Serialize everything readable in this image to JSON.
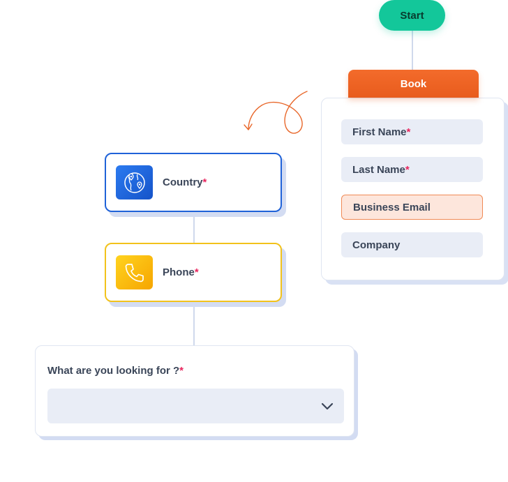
{
  "flow": {
    "start_label": "Start",
    "book_label": "Book",
    "book_fields": [
      {
        "label": "First Name",
        "required": "*",
        "active": false
      },
      {
        "label": "Last Name",
        "required": "*",
        "active": false
      },
      {
        "label": "Business Email",
        "required": "",
        "active": true
      },
      {
        "label": "Company",
        "required": "",
        "active": false
      }
    ],
    "country": {
      "label": "Country",
      "required": "*",
      "icon": "globe-location-icon"
    },
    "phone": {
      "label": "Phone",
      "required": "*",
      "icon": "phone-icon"
    },
    "looking_for": {
      "label": "What are you looking for ?",
      "required": "*",
      "value": "",
      "icon": "chevron-down-icon"
    }
  },
  "colors": {
    "start": "#13c79a",
    "book": "#e85c1d",
    "country_border": "#1f62d8",
    "phone_border": "#f2c21b",
    "required": "#e8265e",
    "active_field_bg": "#fde6dc"
  }
}
